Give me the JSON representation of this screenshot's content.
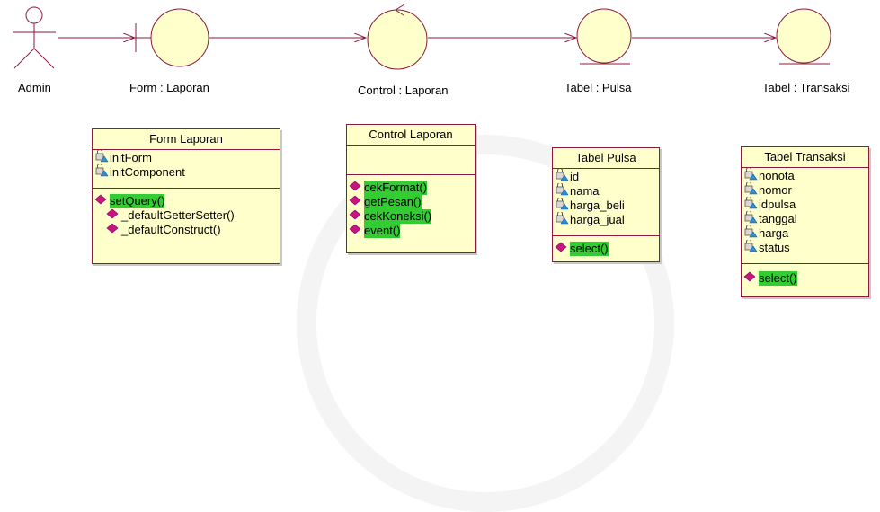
{
  "labels": {
    "actor": "Admin",
    "boundary": "Form : Laporan",
    "control": "Control :  Laporan",
    "entity1": "Tabel :  Pulsa",
    "entity2": "Tabel : Transaksi"
  },
  "form": {
    "title": "Form  Laporan",
    "attrs": [
      "initForm",
      "initComponent"
    ],
    "ops": [
      "setQuery()",
      "_defaultGetterSetter()",
      "_defaultConstruct()"
    ]
  },
  "control": {
    "title": "Control Laporan",
    "ops": [
      "cekFormat()",
      "getPesan()",
      "cekKoneksi()",
      "event()"
    ]
  },
  "pulsa": {
    "title": "Tabel  Pulsa",
    "attrs": [
      "id",
      "nama",
      "harga_beli",
      "harga_jual"
    ],
    "ops": [
      "select()"
    ]
  },
  "transaksi": {
    "title": "Tabel Transaksi",
    "attrs": [
      "nonota",
      "nomor",
      "idpulsa",
      "tanggal",
      "harga",
      "status"
    ],
    "ops": [
      "select()"
    ]
  },
  "colors": {
    "line": "#8b1a3c",
    "fill": "#ffffcc",
    "op_icon": "#c71585",
    "op_highlight": "#33cc33"
  }
}
